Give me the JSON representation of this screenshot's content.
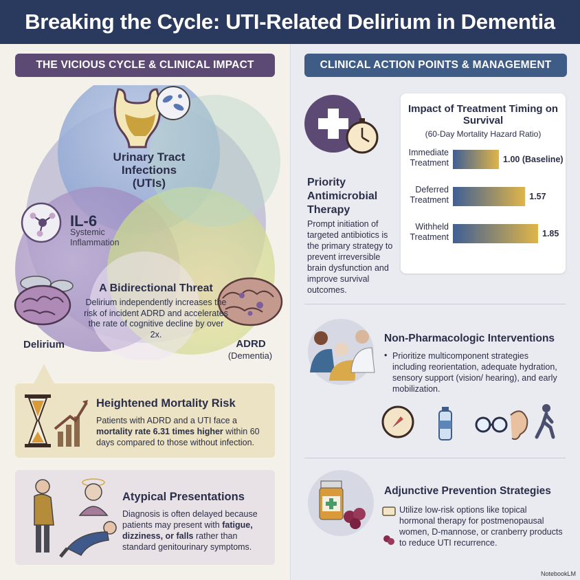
{
  "title": "Breaking the Cycle: UTI-Related Delirium in Dementia",
  "left": {
    "header": "THE VICIOUS CYCLE & CLINICAL IMPACT",
    "venn": {
      "uti_label": "Urinary Tract Infections (UTIs)",
      "il6_label": "IL-6",
      "il6_sub": "Systemic Inflammation",
      "center_title": "A Bidirectional Threat",
      "center_body": "Delirium independently increases the risk of incident ADRD and accelerates the rate of cognitive decline by over 2x.",
      "delirium_label": "Delirium",
      "adrd_label": "ADRD",
      "adrd_sub": "(Dementia)"
    },
    "mortality": {
      "title": "Heightened Mortality Risk",
      "body_pre": "Patients with ADRD and a UTI face a ",
      "body_bold": "mortality rate 6.31 times higher",
      "body_post": " within 60 days compared to those without infection."
    },
    "atypical": {
      "title": "Atypical Presentations",
      "body_pre": "Diagnosis is often delayed because patients may present with ",
      "body_bold": "fatigue, dizziness, or falls",
      "body_post": " rather than standard genitourinary symptoms."
    }
  },
  "right": {
    "header": "CLINICAL ACTION POINTS & MANAGEMENT",
    "priority": {
      "title": "Priority Antimicrobial Therapy",
      "body": "Prompt initiation of targeted antibiotics is the primary strategy to prevent irreversible brain dysfunction and improve survival outcomes."
    },
    "nonpharm": {
      "title": "Non-Pharmacologic Interventions",
      "bullet": "•",
      "body": "Prioritize multicomponent strategies including reorientation, adequate hydration, sensory support (vision/ hearing), and early mobilization."
    },
    "adjunctive": {
      "title": "Adjunctive Prevention Strategies",
      "body": "Utilize low-risk options like topical hormonal therapy for postmenopausal women, D-mannose, or cranberry products to reduce UTI recurrence."
    }
  },
  "chart_data": {
    "type": "bar",
    "orientation": "horizontal",
    "title": "Impact of Treatment Timing on Survival",
    "subtitle": "(60-Day Mortality Hazard Ratio)",
    "categories": [
      "Immediate Treatment",
      "Deferred Treatment",
      "Withheld Treatment"
    ],
    "values": [
      1.0,
      1.57,
      1.85
    ],
    "value_labels": [
      "1.00 (Baseline)",
      "1.57",
      "1.85"
    ],
    "grid": false,
    "colors": {
      "bar_start": "#3f5f95",
      "bar_end": "#e0b548"
    }
  },
  "brand": "NotebookLM",
  "icons": [
    "bladder-icon",
    "bacteria-icon",
    "molecule-icon",
    "brain-icon",
    "cloud-icon",
    "hourglass-icon",
    "growth-chart-icon",
    "elderly-man-icon",
    "dizzy-woman-icon",
    "fallen-person-icon",
    "medical-cross-icon",
    "stopwatch-icon",
    "care-team-icon",
    "compass-icon",
    "water-bottle-icon",
    "glasses-icon",
    "ear-icon",
    "walking-person-icon",
    "medicine-bottle-icon",
    "cranberry-icon",
    "cream-tube-icon"
  ]
}
